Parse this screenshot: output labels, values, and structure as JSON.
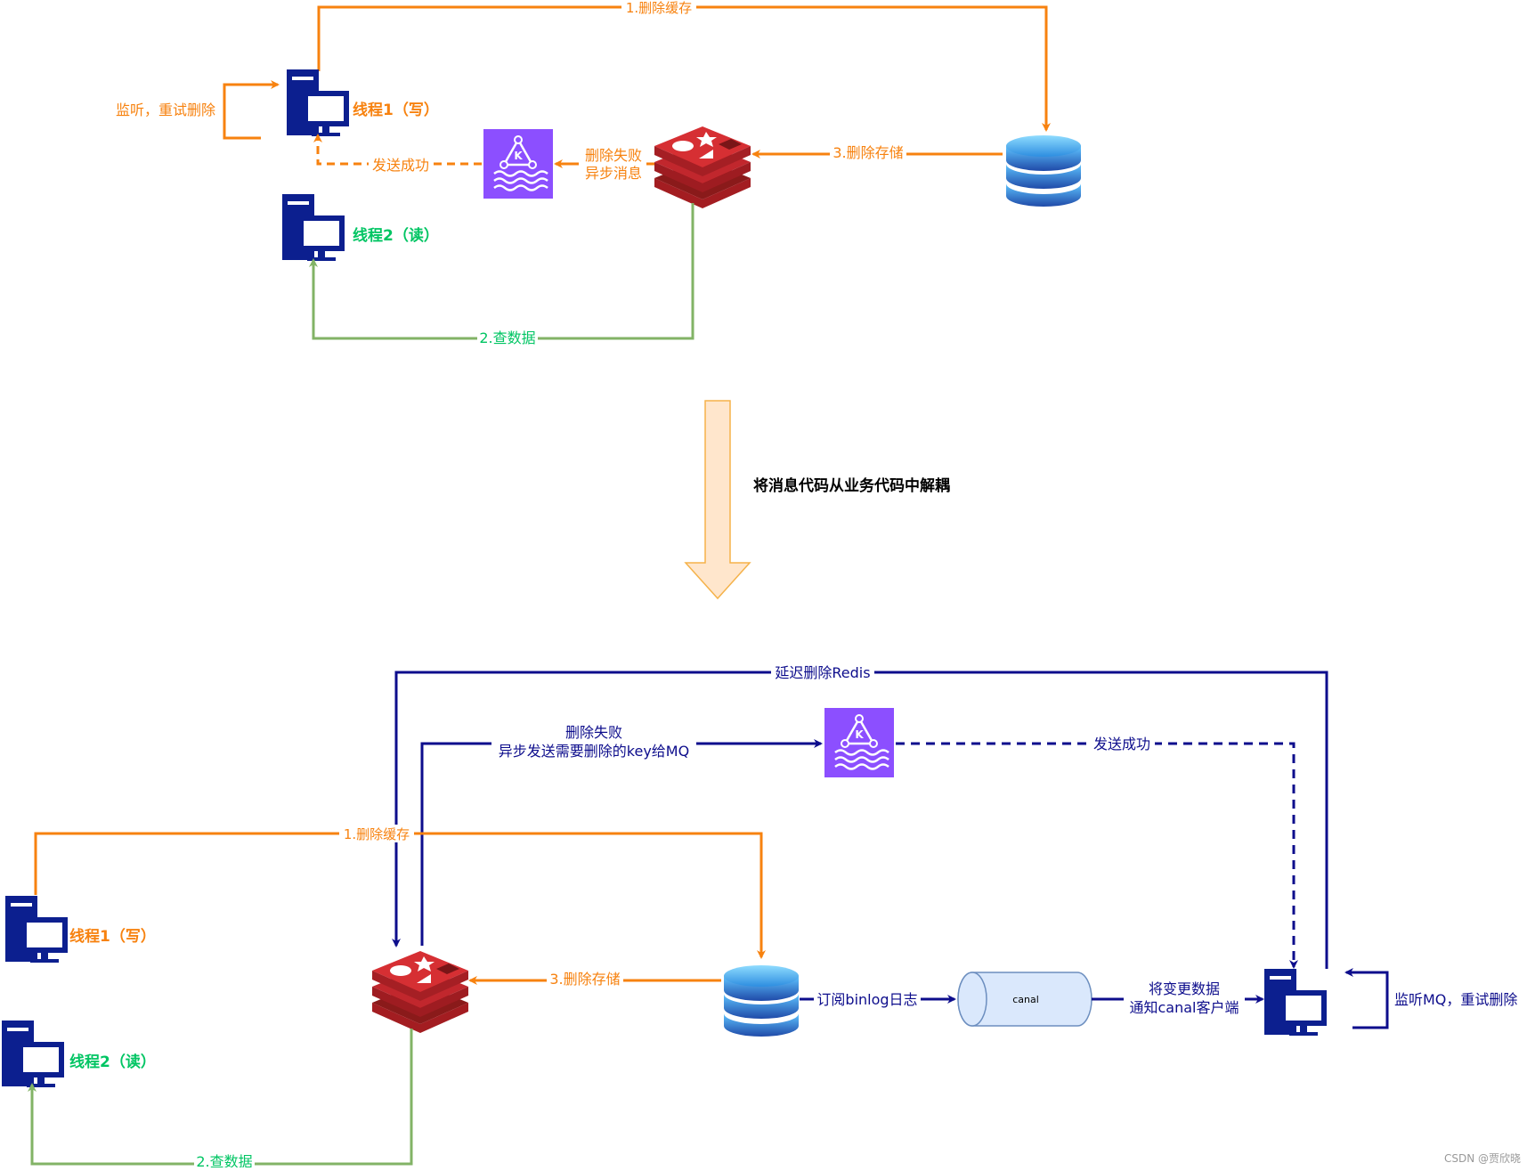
{
  "colors": {
    "orange": "#f7820f",
    "green": "#00c563",
    "greenLine": "#82b366",
    "navy": "#0d0d8c",
    "purple": "#8c4fff",
    "redisRed": "#c1272d",
    "arrowFill": "#ffe6cc",
    "arrowStroke": "#f5b24a"
  },
  "top": {
    "thread1": "线程1（写）",
    "thread2": "线程2（读）",
    "edge_delete_cache": "1.删除缓存",
    "edge_query": "2.查数据",
    "edge_delete_store": "3.删除存储",
    "edge_fail_line1": "删除失败",
    "edge_fail_line2": "异步消息",
    "edge_send_ok": "发送成功",
    "edge_retry": "监听，重试删除"
  },
  "middle": {
    "caption": "将消息代码从业务代码中解耦"
  },
  "bottom": {
    "thread1": "线程1（写）",
    "thread2": "线程2（读）",
    "edge_delay_delete": "延迟删除Redis",
    "edge_fail_line1": "删除失败",
    "edge_fail_line2": "异步发送需要删除的key给MQ",
    "edge_send_ok": "发送成功",
    "edge_delete_cache": "1.删除缓存",
    "edge_delete_store": "3.删除存储",
    "edge_subscribe": "订阅binlog日志",
    "canal_label": "canal",
    "edge_notify_line1": "将变更数据",
    "edge_notify_line2": "通知canal客户端",
    "edge_retry": "监听MQ，重试删除",
    "edge_query": "2.查数据"
  },
  "icons": {
    "computer": "server-computer-icon",
    "redis": "redis-icon",
    "kafka": "kafka-mq-icon",
    "database": "database-icon"
  },
  "watermark": "CSDN @贾欣晓"
}
